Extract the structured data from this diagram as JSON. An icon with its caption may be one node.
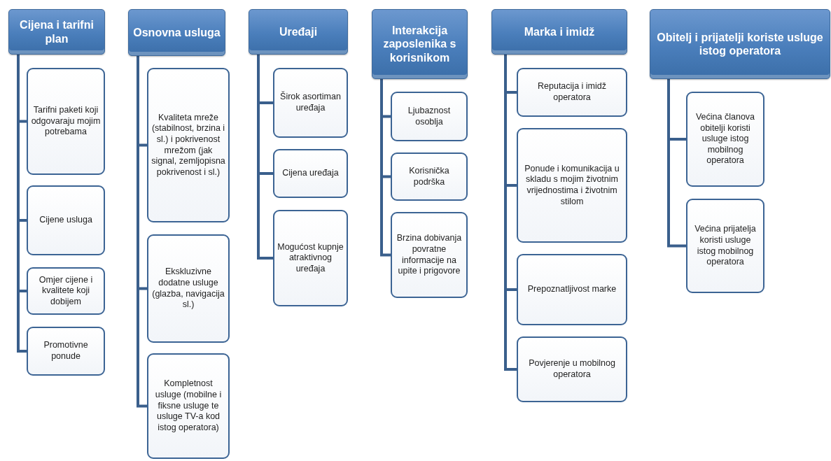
{
  "diagram": {
    "nodes": [
      {
        "text": [
          "Cijena i tarifni plan"
        ]
      },
      {
        "text": [
          "Tarifni paketi koji odgovaraju mojim potrebama"
        ]
      },
      {
        "text": [
          "Cijene usluga"
        ]
      },
      {
        "text": [
          "Omjer cijene i kvalitete koji dobijem"
        ]
      },
      {
        "text": [
          "Promotivne ponude"
        ]
      },
      {
        "text": [
          "Osnovna usluga"
        ]
      },
      {
        "text": [
          "Kvaliteta mreže (stabilnost, brzina i sl.) i pokrivenost mrežom (jak signal, zemljopisna pokrivenost i sl.)"
        ]
      },
      {
        "text": [
          "Ekskluzivne dodatne usluge (glazba, navigacija sl.)"
        ]
      },
      {
        "text": [
          "Kompletnost usluge (mobilne i fiksne usluge te usluge TV-a kod istog operatora)"
        ]
      },
      {
        "text": [
          "Uređaji"
        ]
      },
      {
        "text": [
          "Širok asortiman uređaja"
        ]
      },
      {
        "text": [
          "Cijena uređaja"
        ]
      },
      {
        "text": [
          "Mogućost kupnje atraktivnog uređaja"
        ]
      },
      {
        "text": [
          "Interakcija zaposlenika s korisnikom"
        ]
      },
      {
        "text": [
          "Ljubaznost osoblja"
        ]
      },
      {
        "text": [
          "Korisnička podrška"
        ]
      },
      {
        "text": [
          "Brzina dobivanja povratne informacije na upite i prigovore"
        ]
      },
      {
        "text": [
          "Marka i imidž"
        ]
      },
      {
        "text": [
          "Reputacija i imidž operatora"
        ]
      },
      {
        "text": [
          "Ponude i komunikacija u skladu s mojim životnim vrijednostima i životnim stilom"
        ]
      },
      {
        "text": [
          "Prepoznatljivost marke"
        ]
      },
      {
        "text": [
          "Povjerenje u mobilnog operatora"
        ]
      },
      {
        "text": [
          "Obitelj i prijatelji koriste usluge istog operatora"
        ]
      },
      {
        "text": [
          "Većina članova obitelji koristi usluge istog mobilnog operatora"
        ]
      },
      {
        "text": [
          "Većina prijatelja koristi usluge istog mobilnog operatora"
        ]
      }
    ],
    "edges": [
      {
        "from": 0,
        "to": 1,
        "arrow": "none"
      },
      {
        "from": 0,
        "to": 2,
        "arrow": "none"
      },
      {
        "from": 0,
        "to": 3,
        "arrow": "none"
      },
      {
        "from": 0,
        "to": 4,
        "arrow": "none"
      },
      {
        "from": 5,
        "to": 6,
        "arrow": "none"
      },
      {
        "from": 5,
        "to": 7,
        "arrow": "none"
      },
      {
        "from": 5,
        "to": 8,
        "arrow": "none"
      },
      {
        "from": 9,
        "to": 10,
        "arrow": "none"
      },
      {
        "from": 9,
        "to": 11,
        "arrow": "none"
      },
      {
        "from": 9,
        "to": 12,
        "arrow": "none"
      },
      {
        "from": 13,
        "to": 14,
        "arrow": "none"
      },
      {
        "from": 13,
        "to": 15,
        "arrow": "none"
      },
      {
        "from": 13,
        "to": 16,
        "arrow": "none"
      },
      {
        "from": 17,
        "to": 18,
        "arrow": "none"
      },
      {
        "from": 17,
        "to": 19,
        "arrow": "none"
      },
      {
        "from": 17,
        "to": 20,
        "arrow": "none"
      },
      {
        "from": 17,
        "to": 21,
        "arrow": "none"
      },
      {
        "from": 22,
        "to": 23,
        "arrow": "none"
      },
      {
        "from": 22,
        "to": 24,
        "arrow": "none"
      }
    ]
  }
}
